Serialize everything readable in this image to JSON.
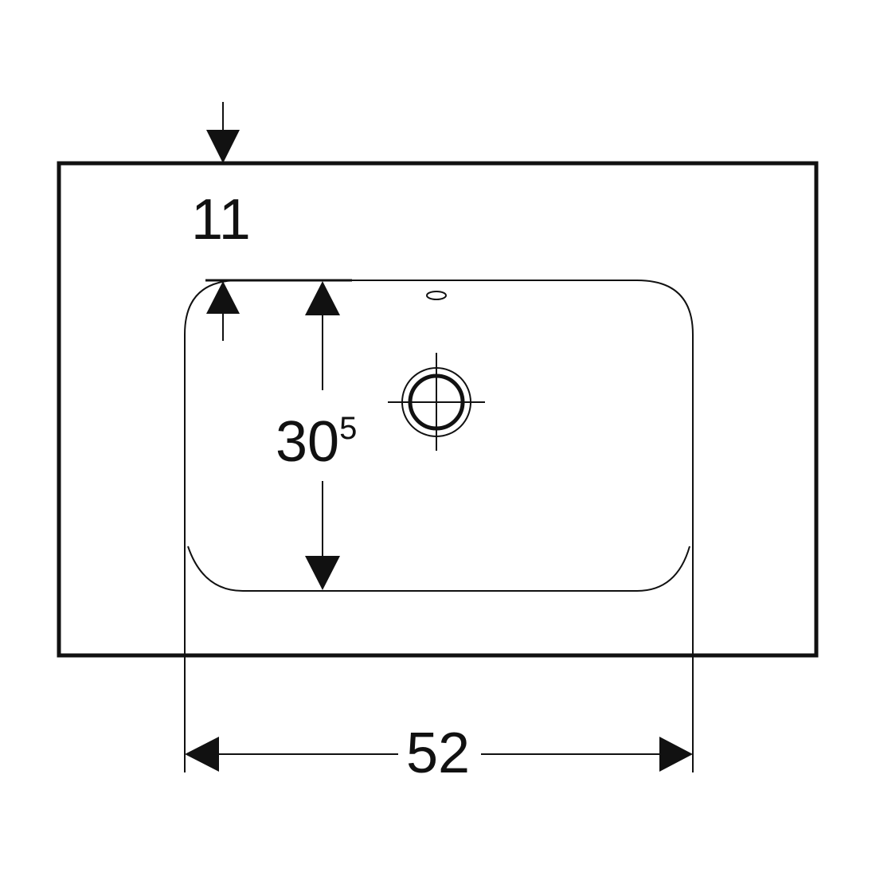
{
  "colors": {
    "line": "#111111",
    "background": "#ffffff"
  },
  "dimensions": {
    "offset_top": "11",
    "depth_main": "30",
    "depth_sup": "5",
    "width": "52"
  }
}
